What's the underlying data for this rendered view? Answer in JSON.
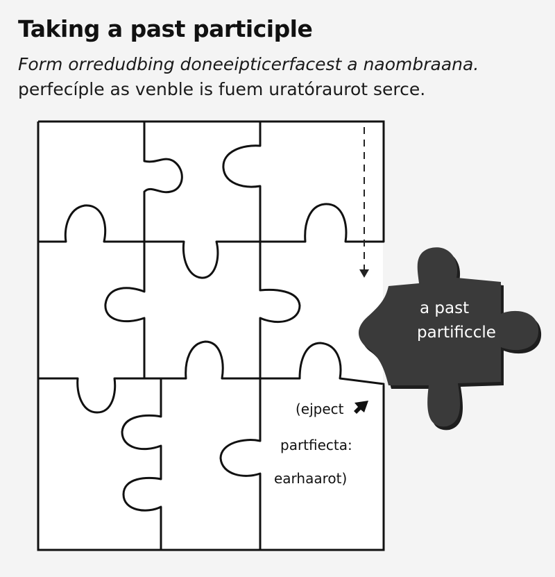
{
  "header": {
    "title": "Taking a past participle",
    "subtitle_line1": "Form orredudbing doneeipticerfacest a naombraana.",
    "subtitle_line2": "perfecíple as venble is fuem uratóraurot serce."
  },
  "puzzle": {
    "annotation_line1": "(ejpect",
    "annotation_line2": "partfiecta:",
    "annotation_line3": "earhaarot)",
    "loose_piece_line1": "a past",
    "loose_piece_line2": "partificcle",
    "loose_piece_color": "#3a3a3a",
    "grid_stroke": "#111111"
  }
}
